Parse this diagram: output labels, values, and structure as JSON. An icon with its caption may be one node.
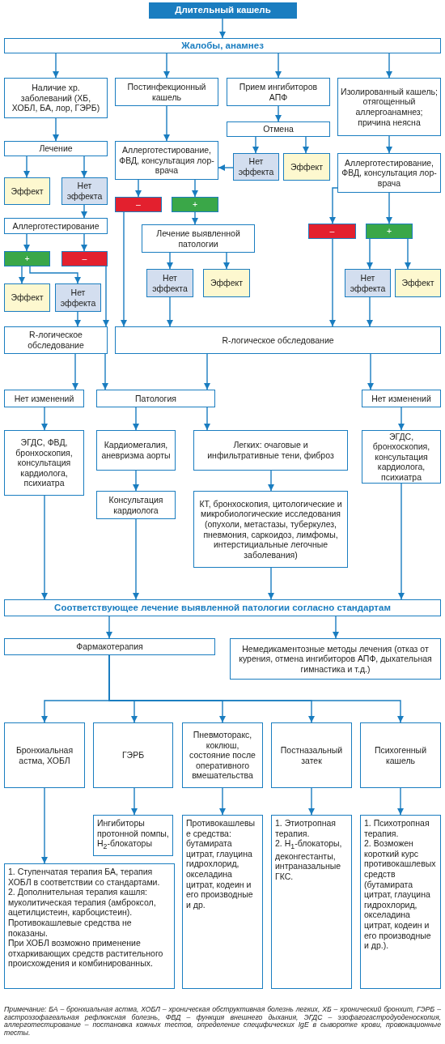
{
  "diagram": {
    "nodes": [
      {
        "text": [
          "Длительный кашель"
        ]
      },
      {
        "text": [
          "Жалобы, анамнез"
        ]
      },
      {
        "text": [
          "Наличие хр. заболеваний (ХБ, ХОБЛ, БА, лор, ГЭРБ)"
        ]
      },
      {
        "text": [
          "Постинфекционный кашель"
        ]
      },
      {
        "text": [
          "Прием ингибиторов АПФ"
        ]
      },
      {
        "text": [
          "Изолированный кашель; отягощенный аллергоанамнез; причина неясна"
        ]
      },
      {
        "text": [
          "Лечение"
        ]
      },
      {
        "text": [
          "Отмена"
        ]
      },
      {
        "text": [
          "Аллерготестирование, ФВД, консультация лор-врача"
        ]
      },
      {
        "text": [
          "Нет эффекта"
        ]
      },
      {
        "text": [
          "Эффект"
        ]
      },
      {
        "text": [
          "Аллерготестирование, ФВД, консультация лор-врача"
        ]
      },
      {
        "text": [
          "Эффект"
        ]
      },
      {
        "text": [
          "Нет эффекта"
        ]
      },
      {
        "text": [
          "–"
        ]
      },
      {
        "text": [
          "+"
        ]
      },
      {
        "text": [
          "Аллерготестирование"
        ]
      },
      {
        "text": [
          "Лечение выявленной патологии"
        ]
      },
      {
        "text": [
          "–"
        ]
      },
      {
        "text": [
          "+"
        ]
      },
      {
        "text": [
          "+"
        ]
      },
      {
        "text": [
          "–"
        ]
      },
      {
        "text": [
          "Нет эффекта"
        ]
      },
      {
        "text": [
          "Эффект"
        ]
      },
      {
        "text": [
          "Нет эффекта"
        ]
      },
      {
        "text": [
          "Эффект"
        ]
      },
      {
        "text": [
          "Эффект"
        ]
      },
      {
        "text": [
          "Нет эффекта"
        ]
      },
      {
        "text": [
          "R-логическое обследование"
        ]
      },
      {
        "text": [
          "R-логическое обследование"
        ]
      },
      {
        "text": [
          "Нет изменений"
        ]
      },
      {
        "text": [
          "Патология"
        ]
      },
      {
        "text": [
          "Нет изменений"
        ]
      },
      {
        "text": [
          "ЭГДС, ФВД, бронхоскопия, консультация кардиолога, психиатра"
        ]
      },
      {
        "text": [
          "Кардиомегалия, аневризма аорты"
        ]
      },
      {
        "text": [
          "Легких: очаговые и инфильтративные тени, фиброз"
        ]
      },
      {
        "text": [
          "ЭГДС, бронхоскопия, консультация кардиолога, психиатра"
        ]
      },
      {
        "text": [
          "Консультация кардиолога"
        ]
      },
      {
        "text": [
          "КТ, бронхоскопия, цитологические и микробиологические исследования (опухоли, метастазы, туберкулез, пневмония, саркоидоз, лимфомы, интерстициальные легочные заболевания)"
        ]
      },
      {
        "text": [
          "Соответствующее лечение выявленной патологии согласно стандартам"
        ]
      },
      {
        "text": [
          "Фармакотерапия"
        ]
      },
      {
        "text": [
          "Немедикаментозные методы лечения (отказ от курения, отмена ингибиторов АПФ, дыхательная гимнастика и т.д.)"
        ]
      },
      {
        "text": [
          "Бронхиальная астма, ХОБЛ"
        ]
      },
      {
        "text": [
          "ГЭРБ"
        ]
      },
      {
        "text": [
          "Пневмоторакс, коклюш, состояние после оперативного вмешательства"
        ]
      },
      {
        "text": [
          "Постназальный затек"
        ]
      },
      {
        "text": [
          "Психогенный кашель"
        ]
      },
      {
        "text": [
          "Ингибиторы протонной помпы, H$_{2}$-блокаторы"
        ]
      },
      {
        "text": [
          "Противокашлевые средства: бутамирата цитрат, глауцина гидрохлорид, окселадина цитрат, кодеин и его производные и др."
        ]
      },
      {
        "text": [
          "1. Этиотропная терапия.",
          "2. H$_{1}$-блокаторы, деконгестанты, интраназальные ГКС."
        ]
      },
      {
        "text": [
          "1. Психотропная терапия.",
          "2. Возможен короткий курс противокашлевых средств (бутамирата цитрат, глауцина гидрохлорид, окселадина цитрат, кодеин и его производные и др.)."
        ]
      },
      {
        "text": [
          "1. Ступенчатая терапия БА, терапия ХОБЛ в соответствии со стандартами.",
          "2. Дополнительная терапия кашля: муколитическая терапия (амброксол, ацетилцистеин, карбоцистеин).",
          "Противокашлевые средства не показаны.",
          "При ХОБЛ возможно применение отхаркивающих средств растительного происхождения и комбинированных."
        ]
      }
    ],
    "edges": [
      {
        "from": 0,
        "to": 1,
        "arrow": "to"
      },
      {
        "from": 1,
        "to": 2,
        "arrow": "to"
      },
      {
        "from": 1,
        "to": 3,
        "arrow": "to"
      },
      {
        "from": 1,
        "to": 4,
        "arrow": "to"
      },
      {
        "from": 1,
        "to": 5,
        "arrow": "to"
      },
      {
        "from": 2,
        "to": 6,
        "arrow": "to"
      },
      {
        "from": 3,
        "to": 8,
        "arrow": "to"
      },
      {
        "from": 4,
        "to": 7,
        "arrow": "to"
      },
      {
        "from": 5,
        "to": 11,
        "arrow": "to"
      },
      {
        "from": 7,
        "to": 9,
        "arrow": "to"
      },
      {
        "from": 7,
        "to": 10,
        "arrow": "to"
      },
      {
        "from": 9,
        "to": 8,
        "arrow": "to"
      },
      {
        "from": 6,
        "to": 12,
        "arrow": "to"
      },
      {
        "from": 6,
        "to": 13,
        "arrow": "to"
      },
      {
        "from": 8,
        "to": 14,
        "arrow": "to"
      },
      {
        "from": 8,
        "to": 15,
        "arrow": "to"
      },
      {
        "from": 13,
        "to": 16,
        "arrow": "to"
      },
      {
        "from": 15,
        "to": 17,
        "arrow": "to"
      },
      {
        "from": 11,
        "to": 18,
        "arrow": "to"
      },
      {
        "from": 11,
        "to": 19,
        "arrow": "to"
      },
      {
        "from": 16,
        "to": 20,
        "arrow": "to"
      },
      {
        "from": 16,
        "to": 21,
        "arrow": "to"
      },
      {
        "from": 17,
        "to": 22,
        "arrow": "to"
      },
      {
        "from": 17,
        "to": 23,
        "arrow": "to"
      },
      {
        "from": 19,
        "to": 24,
        "arrow": "to"
      },
      {
        "from": 19,
        "to": 25,
        "arrow": "to"
      },
      {
        "from": 20,
        "to": 26,
        "arrow": "to"
      },
      {
        "from": 20,
        "to": 27,
        "arrow": "to"
      },
      {
        "from": 27,
        "to": 28,
        "arrow": "to"
      },
      {
        "from": 21,
        "to": 28,
        "arrow": "to"
      },
      {
        "from": 14,
        "to": 29,
        "arrow": "to"
      },
      {
        "from": 22,
        "to": 29,
        "arrow": "to"
      },
      {
        "from": 18,
        "to": 29,
        "arrow": "to"
      },
      {
        "from": 24,
        "to": 29,
        "arrow": "to"
      },
      {
        "from": 28,
        "to": 30,
        "arrow": "to"
      },
      {
        "from": 28,
        "to": 31,
        "arrow": "to"
      },
      {
        "from": 29,
        "to": 31,
        "arrow": "to"
      },
      {
        "from": 29,
        "to": 32,
        "arrow": "to"
      },
      {
        "from": 30,
        "to": 33,
        "arrow": "to"
      },
      {
        "from": 31,
        "to": 34,
        "arrow": "to"
      },
      {
        "from": 31,
        "to": 35,
        "arrow": "to"
      },
      {
        "from": 32,
        "to": 36,
        "arrow": "to"
      },
      {
        "from": 34,
        "to": 37,
        "arrow": "to"
      },
      {
        "from": 35,
        "to": 38,
        "arrow": "to"
      },
      {
        "from": 33,
        "to": 39,
        "arrow": "to"
      },
      {
        "from": 37,
        "to": 39,
        "arrow": "to"
      },
      {
        "from": 38,
        "to": 39,
        "arrow": "to"
      },
      {
        "from": 36,
        "to": 39,
        "arrow": "to"
      },
      {
        "from": 39,
        "to": 40,
        "arrow": "to"
      },
      {
        "from": 39,
        "to": 41,
        "arrow": "to"
      },
      {
        "from": 40,
        "to": 42,
        "arrow": "to"
      },
      {
        "from": 40,
        "to": 43,
        "arrow": "to"
      },
      {
        "from": 40,
        "to": 44,
        "arrow": "to"
      },
      {
        "from": 40,
        "to": 45,
        "arrow": "to"
      },
      {
        "from": 40,
        "to": 46,
        "arrow": "to"
      },
      {
        "from": 42,
        "to": 51,
        "arrow": "to"
      },
      {
        "from": 43,
        "to": 47,
        "arrow": "to"
      },
      {
        "from": 44,
        "to": 48,
        "arrow": "to"
      },
      {
        "from": 45,
        "to": 49,
        "arrow": "to"
      },
      {
        "from": 46,
        "to": 50,
        "arrow": "to"
      }
    ],
    "labels": [
      "Примечание: БА – бронхиальная астма, ХОБЛ – хроническая обструктивная болезнь легких, ХБ – хронический бронхит, ГЭРБ – гастроэзофагеальная рефлюксная болезнь, ФВД – функция внешнего дыхания, ЭГДС – эзофагогастродуоденоскопия, аллерготестирование – постановка кожных тестов, определение специфических IgE в сыворотке крови, провокационные тесты."
    ]
  }
}
